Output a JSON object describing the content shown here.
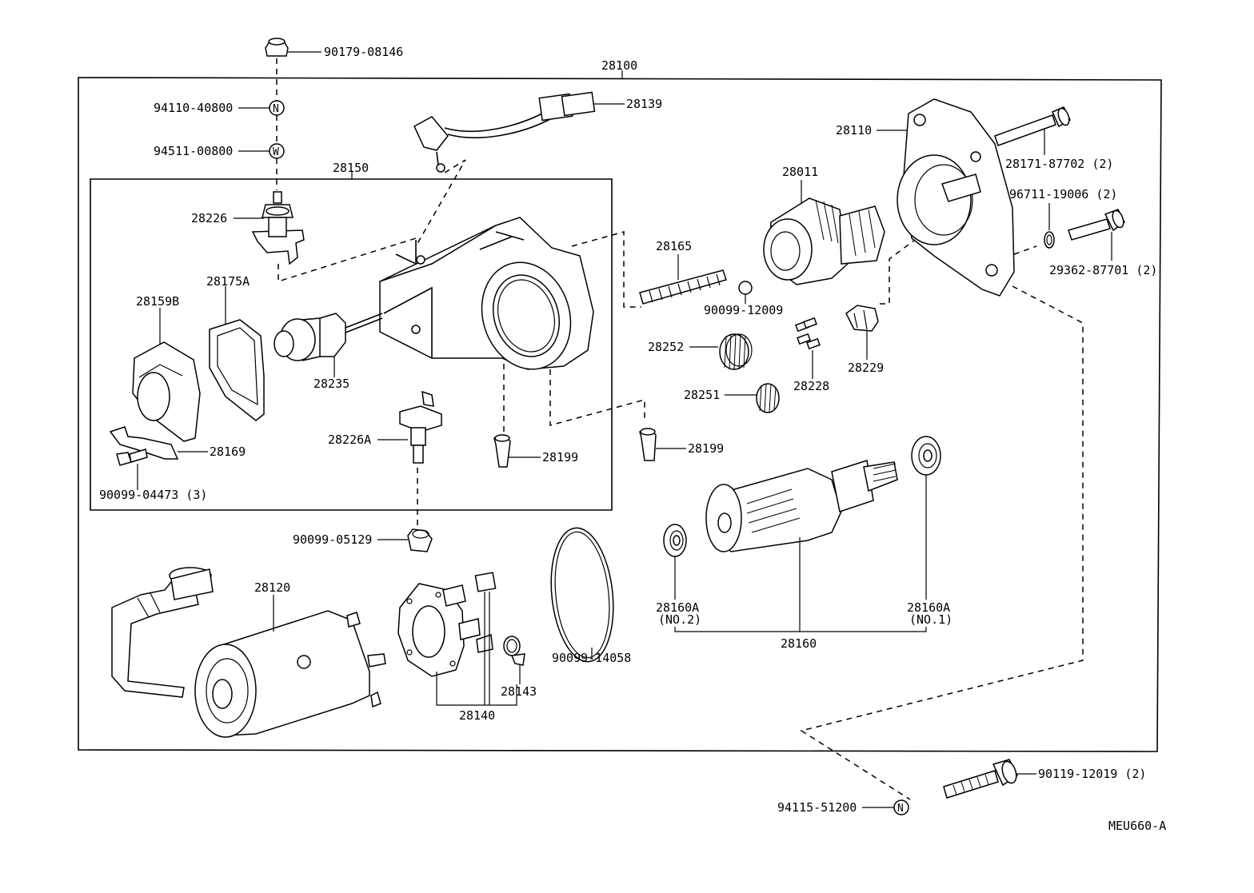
{
  "diagram_id": "MEU660-A",
  "assembly": {
    "starter_assy": "28100",
    "housing_assy": "28150"
  },
  "labels": {
    "p90179": "90179-08146",
    "p94110": "94110-40800",
    "p94511": "94511-00800",
    "p28139": "28139",
    "p28110": "28110",
    "p28171": "28171-87702 (2)",
    "p28011": "28011",
    "p96711": "96711-19006 (2)",
    "p29362": "29362-87701 (2)",
    "p28226": "28226",
    "p28165": "28165",
    "p90099_12009": "90099-12009",
    "p28159B": "28159B",
    "p28175A": "28175A",
    "p28252": "28252",
    "p28228": "28228",
    "p28229": "28229",
    "p28235": "28235",
    "p28251": "28251",
    "p28226A": "28226A",
    "p28199a": "28199",
    "p28199b": "28199",
    "p28169": "28169",
    "p90099_04473": "90099-04473 (3)",
    "p90099_05129": "90099-05129",
    "p28120": "28120",
    "p90099_14058": "90099-14058",
    "p28160A2": "28160A",
    "p28160A2_sub": "(NO.2)",
    "p28160A1": "28160A",
    "p28160A1_sub": "(NO.1)",
    "p28160": "28160",
    "p28143": "28143",
    "p28140": "28140",
    "p90119": "90119-12019 (2)",
    "p94115": "94115-51200"
  },
  "symbols": {
    "nut_marker": "N",
    "washer_marker": "W"
  }
}
